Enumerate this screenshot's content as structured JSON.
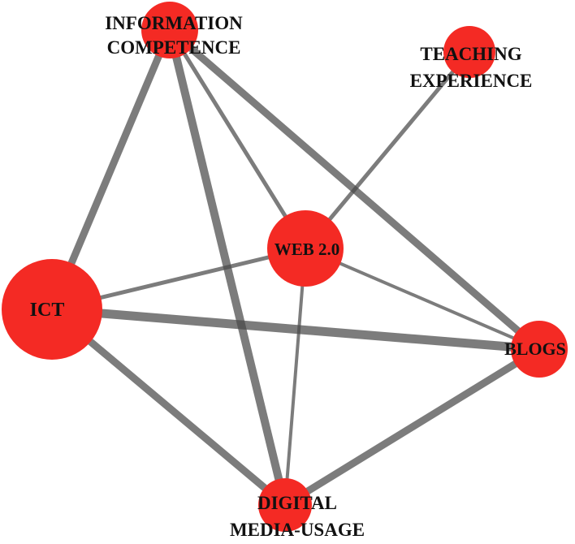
{
  "nodes": [
    {
      "id": "info",
      "lines": [
        "INFORMATION",
        "COMPETENCE"
      ]
    },
    {
      "id": "teach",
      "lines": [
        "TEACHING",
        "EXPERIENCE"
      ]
    },
    {
      "id": "web",
      "lines": [
        "WEB 2.0"
      ]
    },
    {
      "id": "ict",
      "lines": [
        "ICT"
      ]
    },
    {
      "id": "blogs",
      "lines": [
        "BLOGS"
      ]
    },
    {
      "id": "digital",
      "lines": [
        "DIGITAL",
        "MEDIA-USAGE"
      ]
    }
  ],
  "edges": [
    {
      "source": "info",
      "target": "ict"
    },
    {
      "source": "info",
      "target": "web"
    },
    {
      "source": "info",
      "target": "blogs"
    },
    {
      "source": "info",
      "target": "digital"
    },
    {
      "source": "teach",
      "target": "web"
    },
    {
      "source": "web",
      "target": "ict"
    },
    {
      "source": "web",
      "target": "blogs"
    },
    {
      "source": "web",
      "target": "digital"
    },
    {
      "source": "ict",
      "target": "blogs"
    },
    {
      "source": "ict",
      "target": "digital"
    },
    {
      "source": "blogs",
      "target": "digital"
    }
  ],
  "colors": {
    "node": "#f42a24",
    "edge": "#4a4a4a",
    "text": "#111111"
  }
}
